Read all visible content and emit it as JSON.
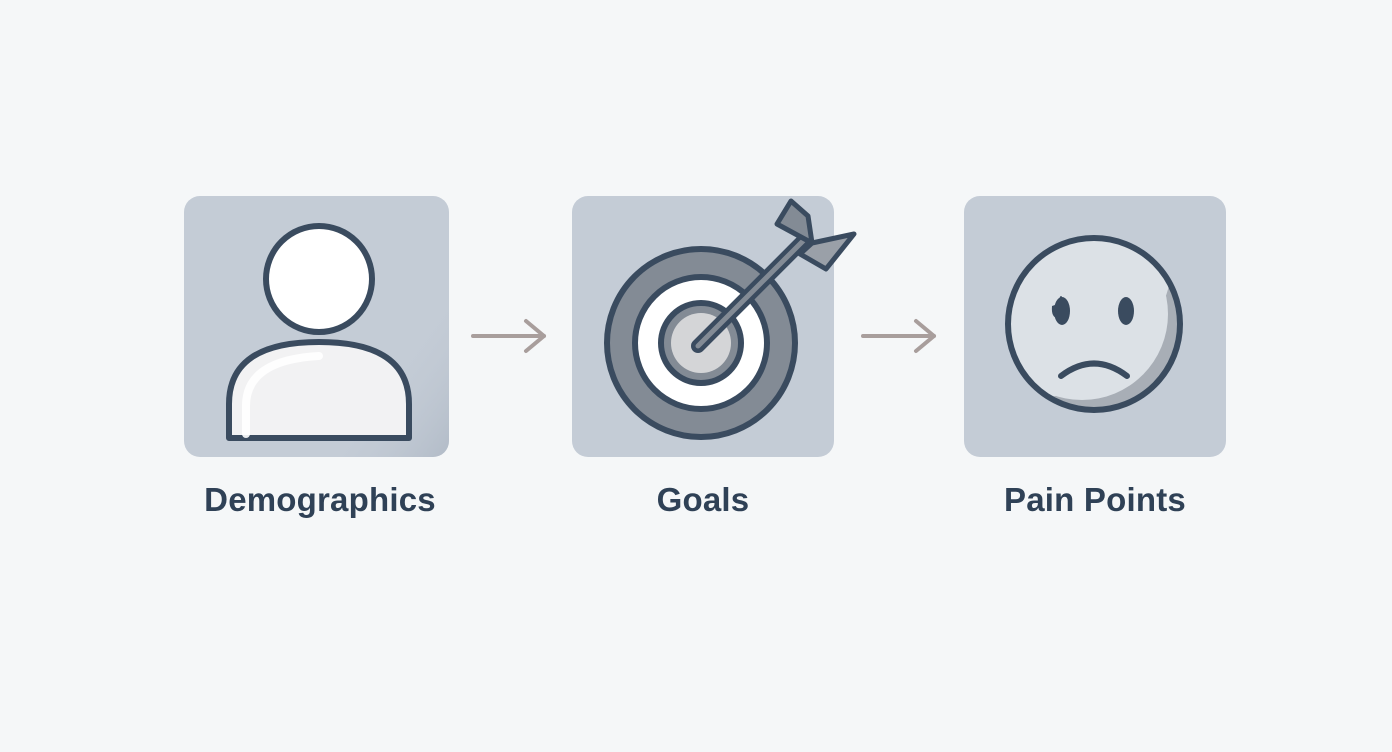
{
  "steps": [
    {
      "label": "Demographics",
      "icon": "person-icon"
    },
    {
      "label": "Goals",
      "icon": "target-with-arrow-icon"
    },
    {
      "label": "Pain Points",
      "icon": "sad-face-icon"
    }
  ],
  "connectors": [
    "right-arrow-icon",
    "right-arrow-icon"
  ],
  "colors": {
    "background": "#f5f7f8",
    "tile": "#c4ccd6",
    "outline": "#3a4b5f",
    "label": "#2f4156",
    "arrow": "#a89e9c",
    "target_ring": "#838b95",
    "face": "#dce1e6",
    "face_shadow": "#a8aeb6"
  }
}
